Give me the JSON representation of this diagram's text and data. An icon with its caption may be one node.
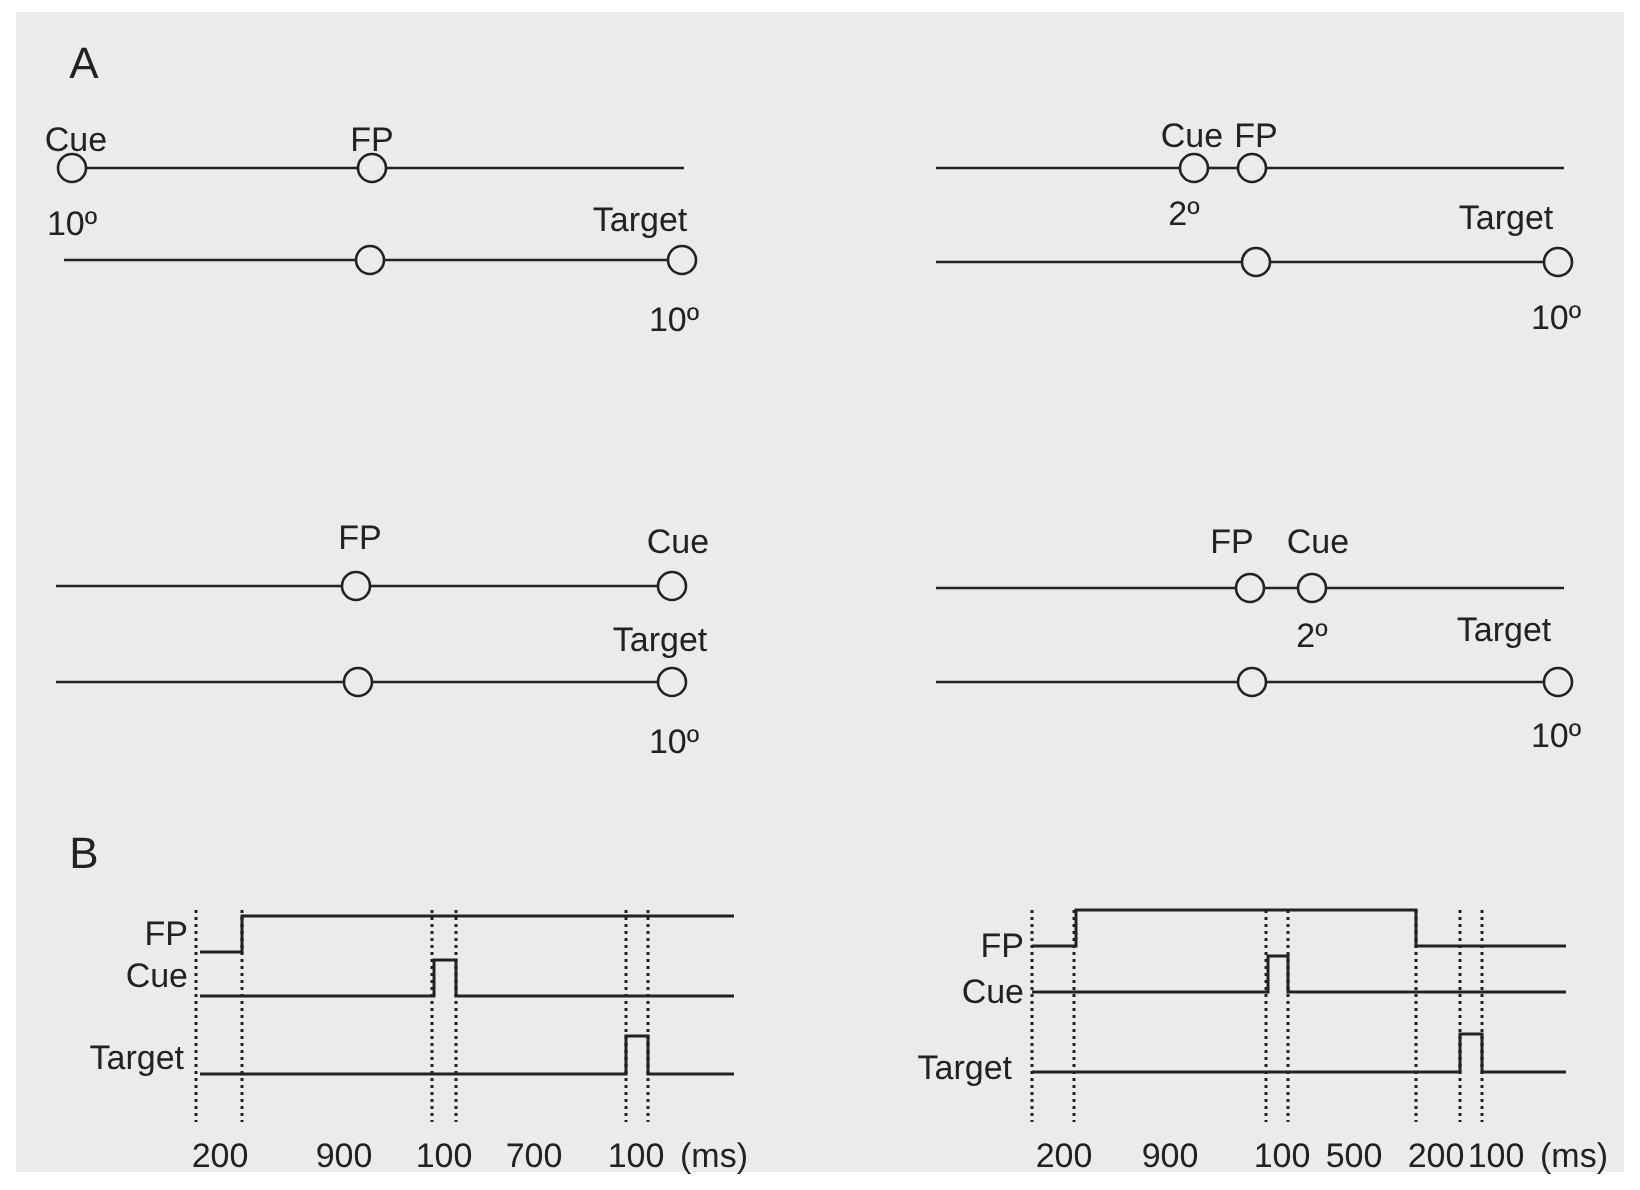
{
  "diagram": {
    "labels": [
      "A",
      "Cue",
      "FP",
      "Cue",
      "FP",
      "10º",
      "Target",
      "2º",
      "Target",
      "10º",
      "10º",
      "FP",
      "Cue",
      "FP",
      "Cue",
      "Target",
      "2º",
      "Target",
      "10º",
      "10º",
      "B",
      "FP",
      "FP",
      "Cue",
      "Cue",
      "Target",
      "Target",
      "200",
      "900",
      "100",
      "700",
      "100",
      "(ms)",
      "200",
      "900",
      "100",
      "500",
      "200",
      "100",
      "(ms)"
    ]
  }
}
